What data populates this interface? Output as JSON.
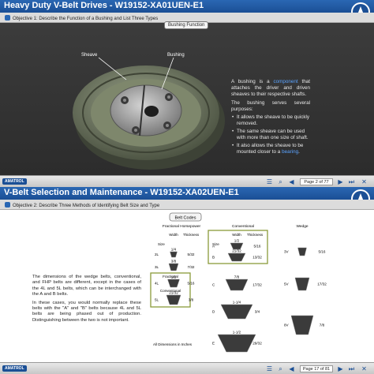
{
  "panel1": {
    "title": "Heavy Duty V-Belt Drives - W19152-XA01UEN-E1",
    "objective": "Objective 1: Describe the Function of a Bushing and List Three Types",
    "diagram_title": "Bushing Function",
    "label_sheave": "Sheave",
    "label_bushing": "Bushing",
    "desc_a": "A bushing is a ",
    "desc_link": "component",
    "desc_b": " that attaches the driver and driven sheaves to their respective shafts.",
    "purposes_intro": "The bushing serves several purposes:",
    "bullet1": "It allows the sheave to be quickly removed.",
    "bullet2": "The same sheave can be used with more than one size of shaft.",
    "bullet3_a": "It also allows the sheave to be mounted closer to a ",
    "bullet3_link": "bearing",
    "bullet3_b": ".",
    "brand": "AMATROL",
    "page": "Page 2 of 77"
  },
  "panel2": {
    "title": "V-Belt Selection and Maintenance - W19152-XA02UEN-E1",
    "objective": "Objective 2: Describe Three Methods of Identifying Belt Size and Type",
    "diagram_title": "Belt Codes",
    "para1": "The dimensions of the wedge belts, conventional, and FHP belts are different, except in the cases of the 4L and 5L belts, which can be interchanged with the A and B belts.",
    "para2": "In these cases, you would normally replace these belts with the \"A\" and \"B\" belts because 4L and 5L belts are being phased out of production. Distinguishing between the two is not important.",
    "brand": "AMATROL",
    "page": "Page 17 of 81"
  },
  "belt_codes": {
    "fhp_header": "Fractional Horsepower",
    "conv_header": "Conventional",
    "wedge_header": "Wedge",
    "col_width": "Width",
    "col_thickness": "Thickness",
    "col_size": "Size",
    "fhp": [
      {
        "size": "2L",
        "width": "1/4",
        "thickness": "5/32"
      },
      {
        "size": "3L",
        "width": "3/8",
        "thickness": "7/32"
      },
      {
        "size": "4L",
        "width": "1/2",
        "thickness": "5/16"
      },
      {
        "size": "5L",
        "width": "21/32",
        "thickness": "3/8"
      }
    ],
    "conv": [
      {
        "size": "A",
        "width": "1/2",
        "thickness": "5/16"
      },
      {
        "size": "B",
        "width": "21/32",
        "thickness": "13/32"
      },
      {
        "size": "C",
        "width": "7/8",
        "thickness": "17/32"
      },
      {
        "size": "D",
        "width": "1-1/4",
        "thickness": "3/4"
      },
      {
        "size": "E",
        "width": "1-1/2",
        "thickness": "29/32"
      }
    ],
    "wedge": [
      {
        "size": "3V",
        "width": "",
        "thickness": "5/16"
      },
      {
        "size": "5V",
        "width": "",
        "thickness": "17/32"
      },
      {
        "size": "8V",
        "width": "",
        "thickness": "7/8"
      }
    ],
    "fractional_label": "Fractional",
    "conventional_label": "Conventional",
    "all_dims_note": "All Dimensions in Inches"
  },
  "colors": {
    "title_blue": "#1b4f95",
    "accent_green": "#8a9a3a",
    "link_blue": "#5aa3ff"
  }
}
